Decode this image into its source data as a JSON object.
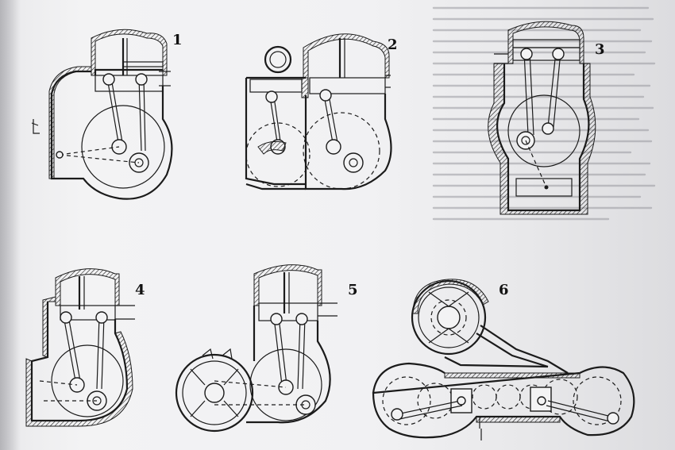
{
  "figures": [
    {
      "number": "1"
    },
    {
      "number": "2"
    },
    {
      "number": "3"
    },
    {
      "number": "4"
    },
    {
      "number": "5"
    },
    {
      "number": "6"
    }
  ]
}
